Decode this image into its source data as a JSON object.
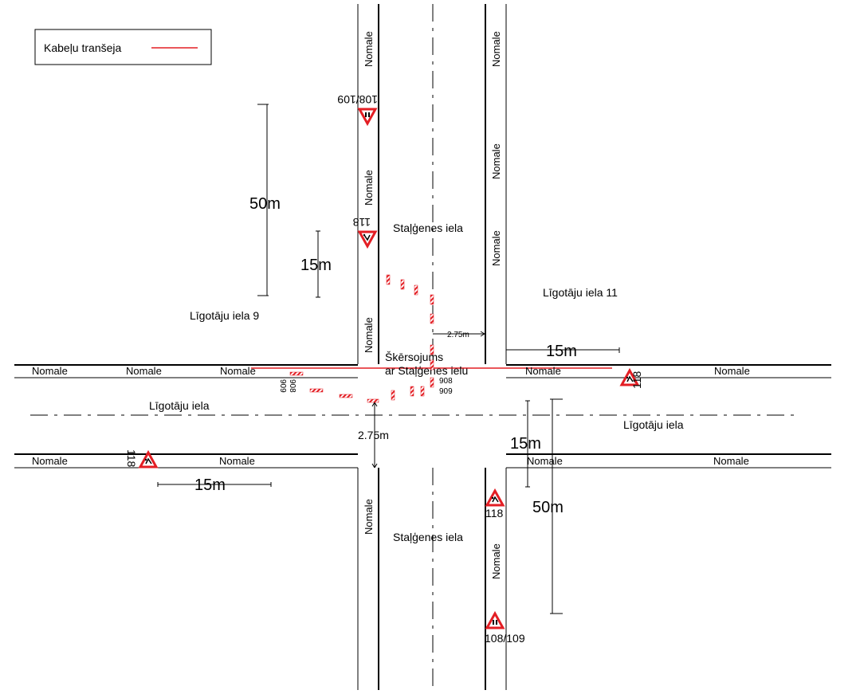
{
  "legend": {
    "label": "Kabeļu tranšeja",
    "line_color": "#e31e24"
  },
  "streets": {
    "vertical_north": "Staļģenes iela",
    "vertical_south": "Staļģenes iela",
    "horizontal_west": "Līgotāju iela",
    "horizontal_east": "Līgotāju iela"
  },
  "buildings": {
    "northwest": "Līgotāju iela 9",
    "northeast": "Līgotāju iela 11"
  },
  "verge_label": "Nomale",
  "crossing_label": {
    "line1": "Škērsojums",
    "line2": "ar Staļģenes ielu"
  },
  "dimensions": {
    "d50_northwest": "50m",
    "d15_northwest": "15m",
    "d275_north": "2.75m",
    "d15_northeast": "15m",
    "d275_center": "2.75m",
    "d15_east": "15m",
    "d50_east": "50m",
    "d15_west": "15m"
  },
  "signs": {
    "s_north_top": "108/109",
    "s_north_mid": "118",
    "s_east": "118",
    "s_west": "118",
    "s_south_mid": "118",
    "s_south_bottom": "108/109"
  },
  "barrier_codes": {
    "left_a": "909",
    "left_b": "908",
    "right_a": "908",
    "right_b": "909"
  },
  "colors": {
    "trench": "#e31e24",
    "sign_border": "#e31e24",
    "barrier_red": "#e31e24",
    "lines": "#000000"
  }
}
